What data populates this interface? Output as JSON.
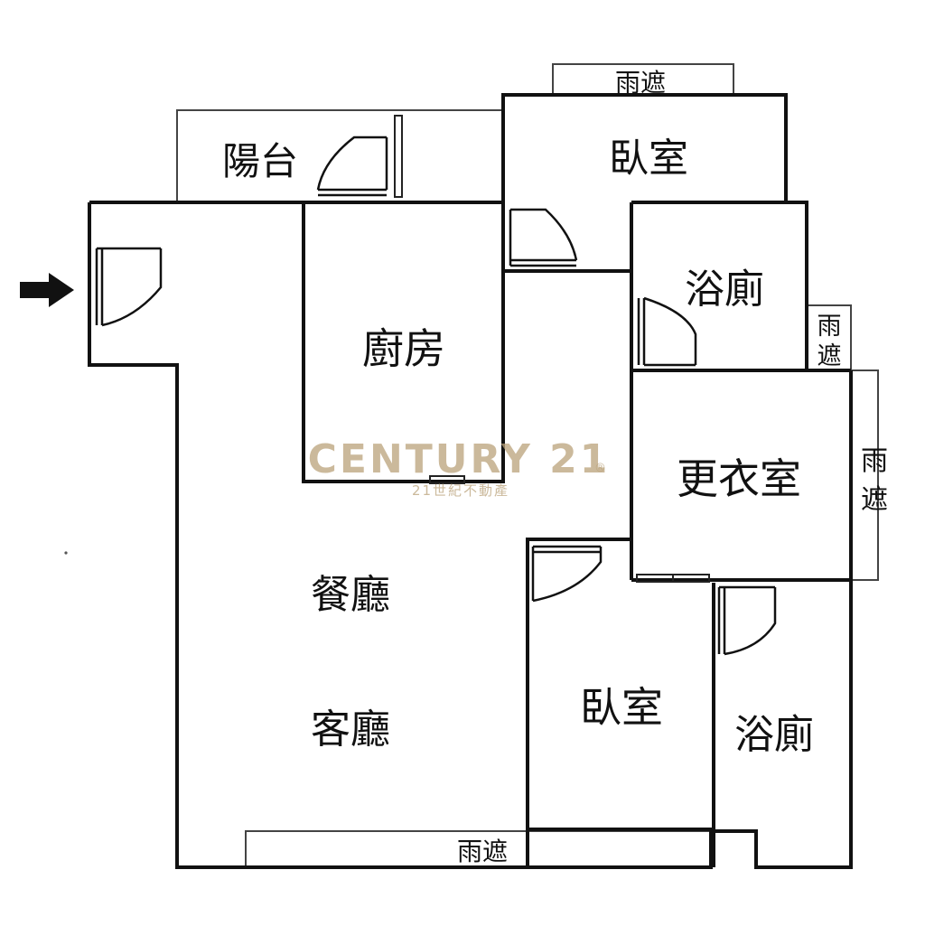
{
  "rooms": {
    "balcony": "陽台",
    "bedroom_top": "臥室",
    "kitchen": "廚房",
    "bath_top": "浴廁",
    "closet": "更衣室",
    "dining": "餐廳",
    "living": "客廳",
    "bedroom_bottom": "臥室",
    "bath_bottom": "浴廁"
  },
  "awnings": {
    "top": "雨遮",
    "right_small_1": "雨",
    "right_small_2": "遮",
    "right_large_1": "雨",
    "right_large_2": "遮",
    "bottom": "雨遮"
  },
  "watermark": {
    "brand": "CENTURY 21",
    "registered": "®",
    "subtitle": "21世紀不動產"
  },
  "icons": {
    "entry": "entry-arrow-icon"
  },
  "colors": {
    "wall": "#111111",
    "watermark": "#b9a27a",
    "background": "#ffffff"
  }
}
